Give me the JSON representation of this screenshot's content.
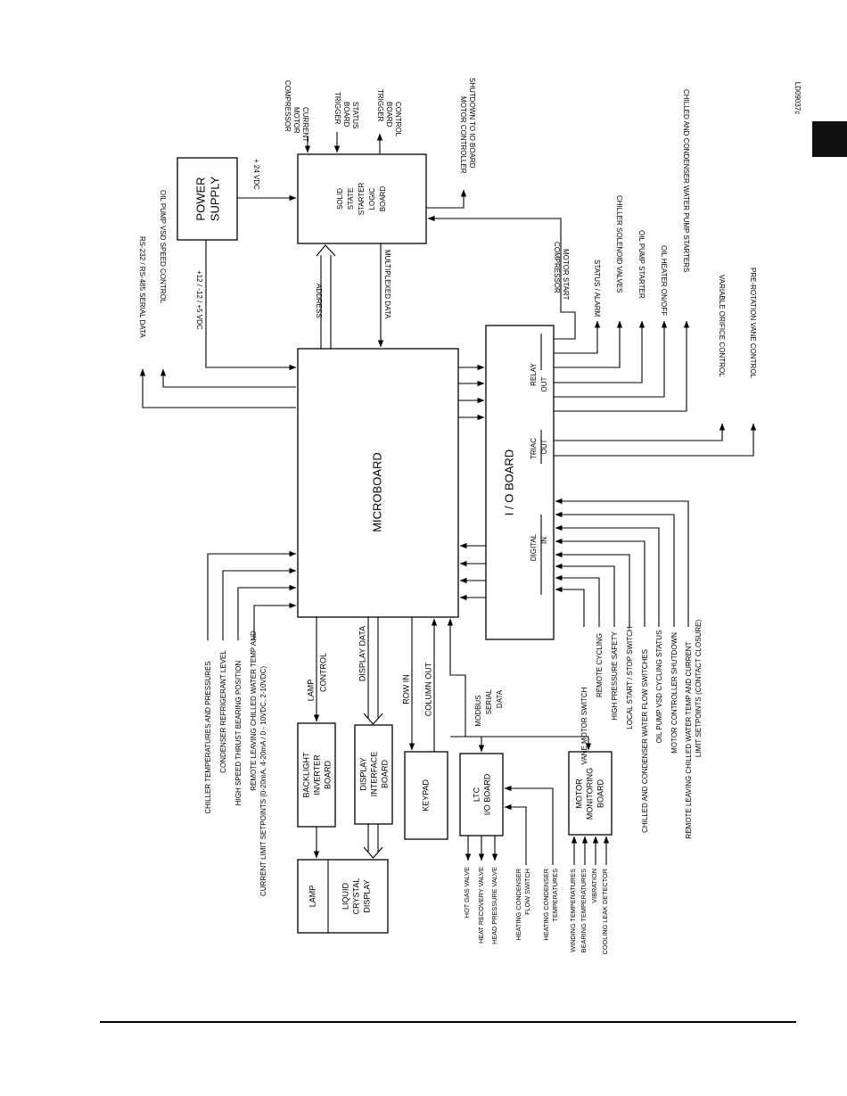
{
  "doc_id": "LD09037c",
  "blocks": {
    "power_supply": [
      "POWER",
      "SUPPLY"
    ],
    "ssslb": [
      "SOLID",
      "STATE",
      "STARTER",
      "LOGIC",
      "BOARD"
    ],
    "microboard": "MICROBOARD",
    "io_board": "I / O BOARD",
    "backlight": [
      "BACKLIGHT",
      "INVERTER",
      "BOARD"
    ],
    "display_interface": [
      "DISPLAY",
      "INTERFACE",
      "BOARD"
    ],
    "keypad": "KEYPAD",
    "ltc": [
      "LTC",
      "I/O BOARD"
    ],
    "motor_mon": [
      "MOTOR",
      "MONITORING",
      "BOARD"
    ],
    "lamp": "LAMP",
    "lcd": [
      "LIQUID",
      "CRYSTAL",
      "DISPLAY"
    ]
  },
  "io_sections": {
    "relay": [
      "RELAY",
      "OUT"
    ],
    "triac": [
      "TRIAC",
      "OUT"
    ],
    "digital": [
      "DIGITAL",
      "IN"
    ]
  },
  "top_signals": {
    "comp_current": [
      "COMPRESSOR",
      "MOTOR",
      "CURRENT"
    ],
    "trig_status": [
      "TRIGGER",
      "BOARD",
      "STATUS"
    ],
    "trig_control": [
      "TRIGGER",
      "BOARD",
      "CONTROL"
    ],
    "motor_shutdown": [
      "MOTOR CONTROLLER",
      "SHUTDOWN TO IO BOARD"
    ],
    "v24": "+ 24 VDC",
    "vmulti": "+12 / -12 / +5 VDC",
    "address": "ADDRESS",
    "mux": "MULTIPLEXED DATA",
    "rs232": "RS-232 / RS-485 SERIAL DATA",
    "oil_vsd": "OIL PUMP VSD SPEED CONTROL"
  },
  "relay_outputs": [
    [
      "COMPRESSOR",
      "MOTOR START"
    ],
    [
      "STATUS / ALARM"
    ],
    [
      "CHILLER SOLENOID VALVES"
    ],
    [
      "OIL PUMP STARTER"
    ],
    [
      "OIL HEATER ON/OFF"
    ],
    [
      "CHILLED AND CONDENSER WATER PUMP STARTERS"
    ]
  ],
  "triac_outputs": [
    "VARIABLE ORIFICE CONTROL",
    "PRE-ROTATION VANE CONTROL"
  ],
  "digital_inputs": [
    [
      "VANE MOTOR SWITCH"
    ],
    [
      "REMOTE CYCLING"
    ],
    [
      "HIGH PRESSURE SAFETY"
    ],
    [
      "LOCAL START / STOP SWITCH"
    ],
    [
      "CHILLED AND CONDENSER WATER FLOW SWITCHES"
    ],
    [
      "OIL PUMP VSD CYCLING STATUS"
    ],
    [
      "MOTOR CONTROLLER SHUTDOWN"
    ],
    [
      "REMOTE LEAVING CHILLED WATER TEMP AND CURRENT",
      "LIMIT SETPOINTS (CONTACT CLOSURE)"
    ]
  ],
  "micro_inputs": [
    [
      "CHILLER TEMPERATURES AND PRESSURES"
    ],
    [
      "CONDENSER REFRIGERANT LEVEL"
    ],
    [
      "HIGH SPEED THRUST BEARING POSITION"
    ],
    [
      "REMOTE LEAVING CHILLED WATER TEMP AND",
      "CURRENT LIMIT SETPOINTS (0-20mA, 4-20mA / 0 - 10VDC, 2-10VDC)"
    ]
  ],
  "bottom_signals": {
    "lamp_control": [
      "LAMP",
      "CONTROL"
    ],
    "display_data": "DISPLAY DATA",
    "row_in": "ROW IN",
    "column_out": "COLUMN OUT",
    "modbus": [
      "MODBUS",
      "SERIAL",
      "DATA"
    ]
  },
  "ltc_io": [
    "HOT GAS VALVE",
    "HEAT RECOVERY VALVE",
    "HEAD PRESSURE VALVE"
  ],
  "ltc_in": [
    [
      "HEATING CONDENSER",
      "FLOW SWITCH"
    ],
    [
      "HEATING CONDENSER",
      "TEMPERATURES"
    ]
  ],
  "mm_in": [
    "WINDING TEMPERATURES",
    "BEARING TEMPERATURES",
    "VIBRATION",
    "COOLING LEAK DETECTOR"
  ]
}
